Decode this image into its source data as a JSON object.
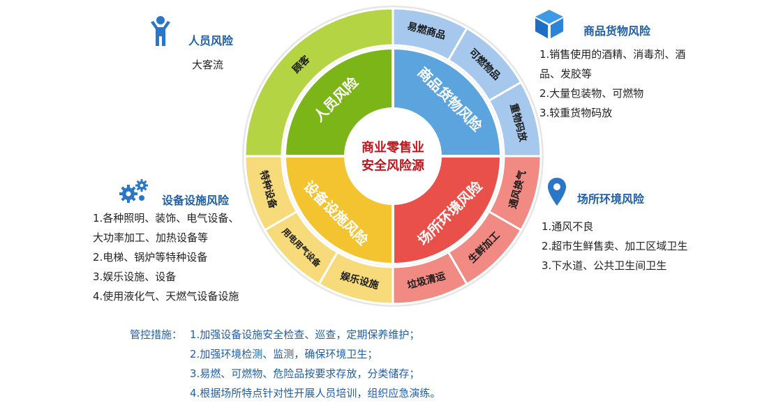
{
  "center": {
    "line1": "商业零售业",
    "line2": "安全风险源"
  },
  "segments": [
    {
      "key": "people",
      "label": "人员风险",
      "color": "#7cb518",
      "outer": [
        {
          "label": "顾客",
          "color": "#b4d444"
        }
      ]
    },
    {
      "key": "goods",
      "label": "商品货物风险",
      "color": "#5ba4dd",
      "outer": [
        {
          "label": "易燃商品",
          "color": "#a5c8ec"
        },
        {
          "label": "可燃物品",
          "color": "#a5c8ec"
        },
        {
          "label": "重物码放",
          "color": "#a5c8ec"
        }
      ]
    },
    {
      "key": "place",
      "label": "场所环境风险",
      "color": "#e9504a",
      "outer": [
        {
          "label": "通风换气",
          "color": "#f08a82"
        },
        {
          "label": "生鲜加工",
          "color": "#f08a82"
        },
        {
          "label": "垃圾清运",
          "color": "#f08a82"
        }
      ]
    },
    {
      "key": "equip",
      "label": "设备设施风险",
      "color": "#f4c430",
      "outer": [
        {
          "label": "娱乐设施",
          "color": "#f7da7a"
        },
        {
          "label": "用电用气设备",
          "color": "#f7da7a"
        },
        {
          "label": "特种设备",
          "color": "#f7da7a"
        }
      ]
    }
  ],
  "people_box": {
    "title": "人员风险",
    "items": [
      "大客流"
    ]
  },
  "goods_box": {
    "title": "商品货物风险",
    "items": [
      "1.销售使用的酒精、消毒剂、酒",
      "品、发胶等",
      "2.大量包装物、可燃物",
      "3.较重货物码放"
    ]
  },
  "place_box": {
    "title": "场所环境风险",
    "items": [
      "1.通风不良",
      "2.超市生鲜售卖、加工区域卫生",
      "3.下水道、公共卫生间卫生"
    ]
  },
  "equip_box": {
    "title": "设备设施风险",
    "items": [
      "1.各种照明、装饰、电气设备、",
      "大功率加工、加热设备等",
      "2.电梯、锅炉等特种设备",
      "3.娱乐设施、设备",
      "4.使用液化气、天燃气设备设施"
    ]
  },
  "measures": {
    "label": "管控措施：",
    "items": [
      "1.加强设备设施安全检查、巡查，定期保养维护；",
      "2.加强环境检测、监测，确保环境卫生；",
      "3.易燃、可燃物、危险品按要求存放，分类储存；",
      "4.根据场所特点针对性开展人员培训，组织应急演练。"
    ]
  },
  "icons": [
    "person-icon",
    "box-icon",
    "location-pin-icon",
    "gears-icon"
  ]
}
